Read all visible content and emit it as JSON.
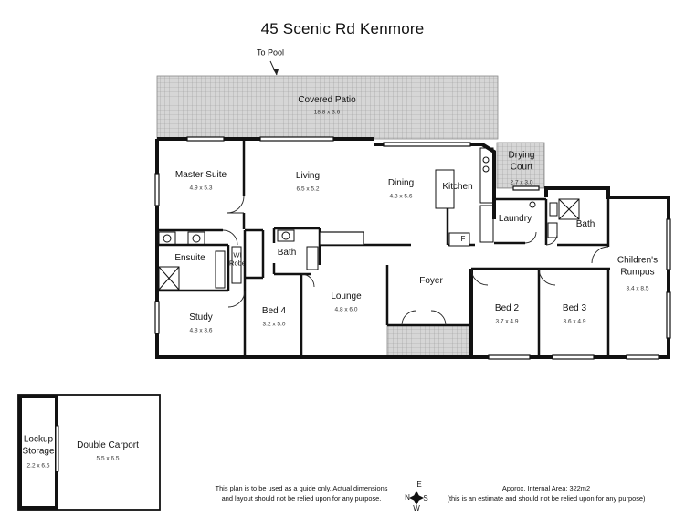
{
  "title": "45 Scenic Rd Kenmore",
  "to_pool": "To Pool",
  "rooms": {
    "covered_patio": {
      "name": "Covered Patio",
      "dim": "18.8 x 3.6"
    },
    "master_suite": {
      "name": "Master Suite",
      "dim": "4.9 x 5.3"
    },
    "living": {
      "name": "Living",
      "dim": "6.5 x 5.2"
    },
    "dining": {
      "name": "Dining",
      "dim": "4.3 x 5.6"
    },
    "kitchen": {
      "name": "Kitchen"
    },
    "drying_court": {
      "name": "Drying\nCourt",
      "dim": "2.7 x 3.0"
    },
    "laundry": {
      "name": "Laundry"
    },
    "bath_right": {
      "name": "Bath"
    },
    "childrens_rumpus": {
      "name": "Children's\nRumpus",
      "dim": "3.4 x 8.5"
    },
    "ensuite": {
      "name": "Ensuite"
    },
    "wir": {
      "name": "WI\nRobe"
    },
    "bath_center": {
      "name": "Bath"
    },
    "foyer": {
      "name": "Foyer"
    },
    "study": {
      "name": "Study",
      "dim": "4.8 x 3.6"
    },
    "bed4": {
      "name": "Bed 4",
      "dim": "3.2 x 5.0"
    },
    "lounge": {
      "name": "Lounge",
      "dim": "4.8 x 6.0"
    },
    "bed2": {
      "name": "Bed 2",
      "dim": "3.7 x 4.9"
    },
    "bed3": {
      "name": "Bed 3",
      "dim": "3.6 x 4.9"
    },
    "lockup_storage": {
      "name": "Lockup\nStorage",
      "dim": "2.2 x 6.5"
    },
    "double_carport": {
      "name": "Double Carport",
      "dim": "5.5 x 6.5"
    }
  },
  "fridge_label": "F",
  "compass": {
    "n": "N",
    "e": "E",
    "s": "S",
    "w": "W"
  },
  "notes": {
    "disclaimer": "This plan is to be used as a guide only. Actual dimensions\nand layout should not be relied upon for any purpose.",
    "area": "Approx. Internal Area: 322m2\n(this is an estimate and should not be relied upon for any purpose)"
  }
}
